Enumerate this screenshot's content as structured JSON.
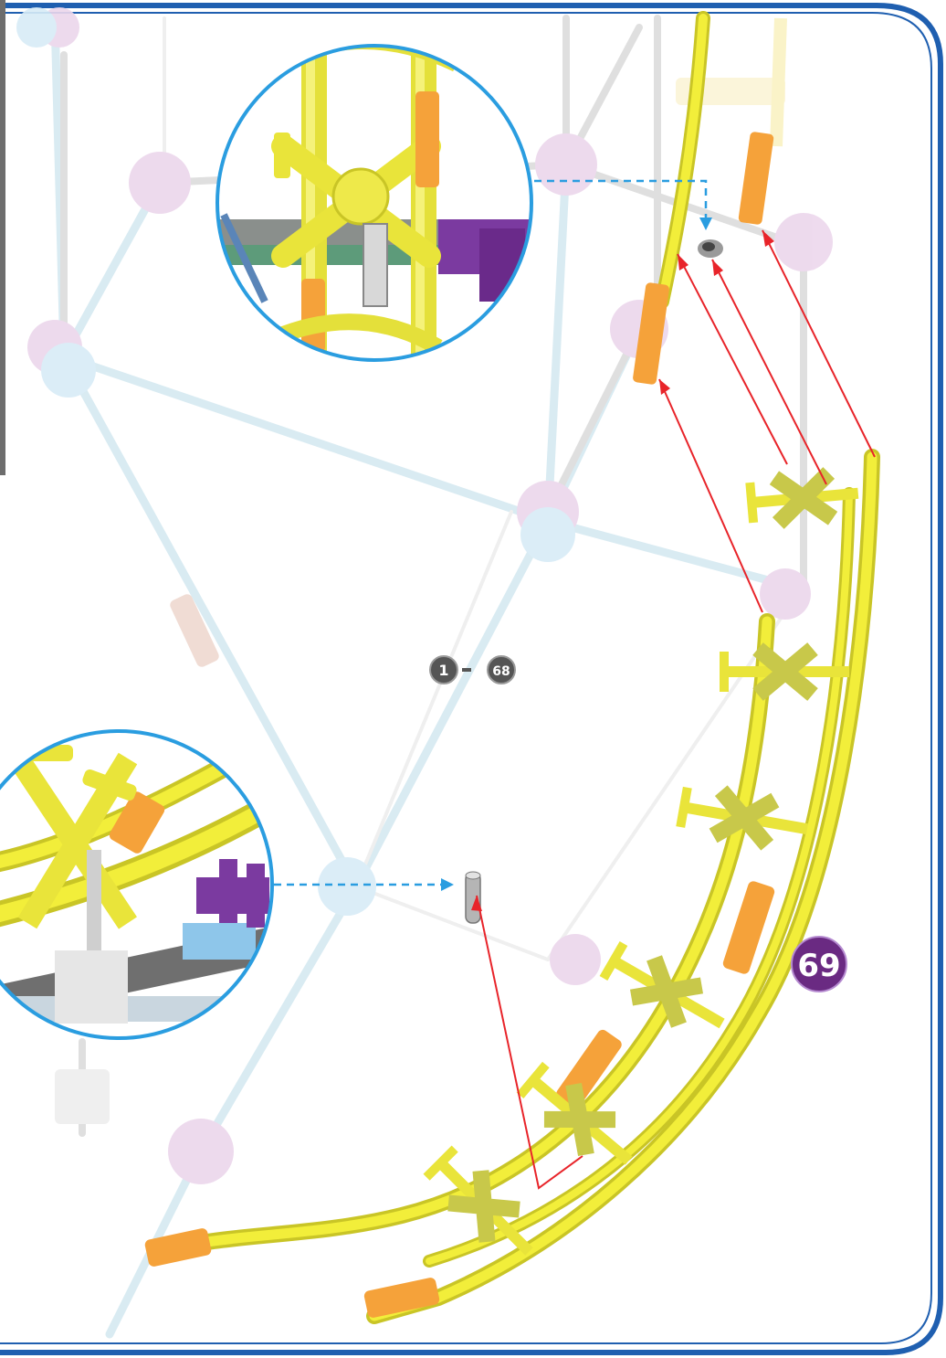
{
  "page": {
    "step_number": "69",
    "step_range": {
      "from": "1",
      "to": "68"
    }
  },
  "colors": {
    "frame_border": "#1f5fb0",
    "track_yellow": "#f2ee3a",
    "track_yellow_dark": "#c9c526",
    "connector_olive": "#c8c84a",
    "connector_orange": "#f5a23a",
    "faded_rod_blue": "#cfe8f2",
    "faded_rod_gray": "#d8d8d8",
    "faded_hub_pink": "#ecd6ec",
    "faded_hub_blue": "#d9ecf7",
    "purple_part": "#7b3aa0",
    "guide_arrow_red": "#e8242a",
    "callout_line_blue": "#2a9de0",
    "badge_purple": "#6a2a82",
    "badge_gray": "#555555"
  },
  "icons": {
    "step_badge": "purple-circle-badge",
    "range_badges": "gray-circle-badge",
    "zoom_callouts": "magnifier-circle-detail"
  }
}
